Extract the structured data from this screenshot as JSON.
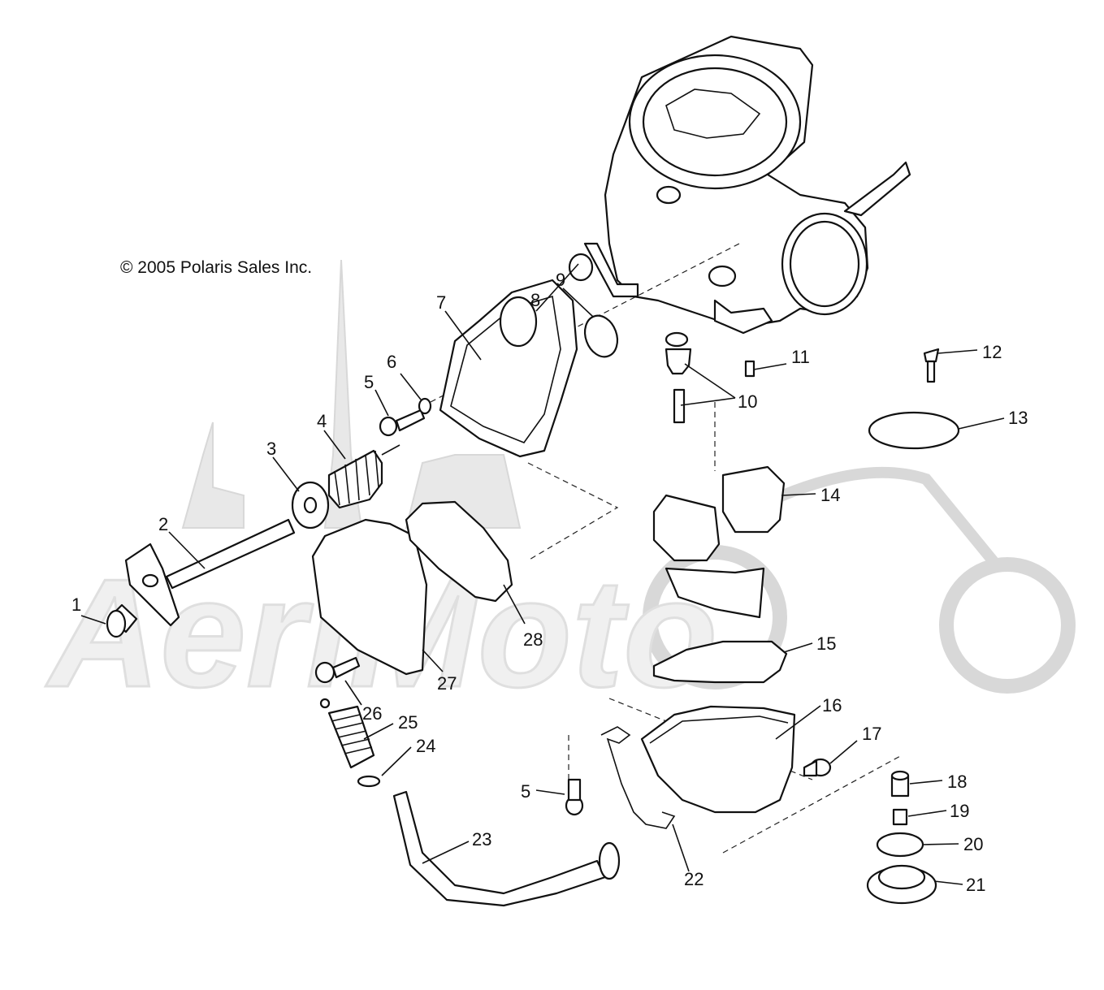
{
  "copyright": "© 2005 Polaris Sales Inc.",
  "watermark": "AeriMoto",
  "callouts": [
    "1",
    "2",
    "3",
    "4",
    "5",
    "6",
    "7",
    "8",
    "9",
    "10",
    "11",
    "12",
    "13",
    "14",
    "15",
    "16",
    "17",
    "18",
    "19",
    "20",
    "21",
    "22",
    "23",
    "24",
    "25",
    "26",
    "27",
    "28",
    "5"
  ],
  "colors": {
    "ink": "#111111",
    "background": "#ffffff",
    "watermark": "#e6e6e6"
  }
}
